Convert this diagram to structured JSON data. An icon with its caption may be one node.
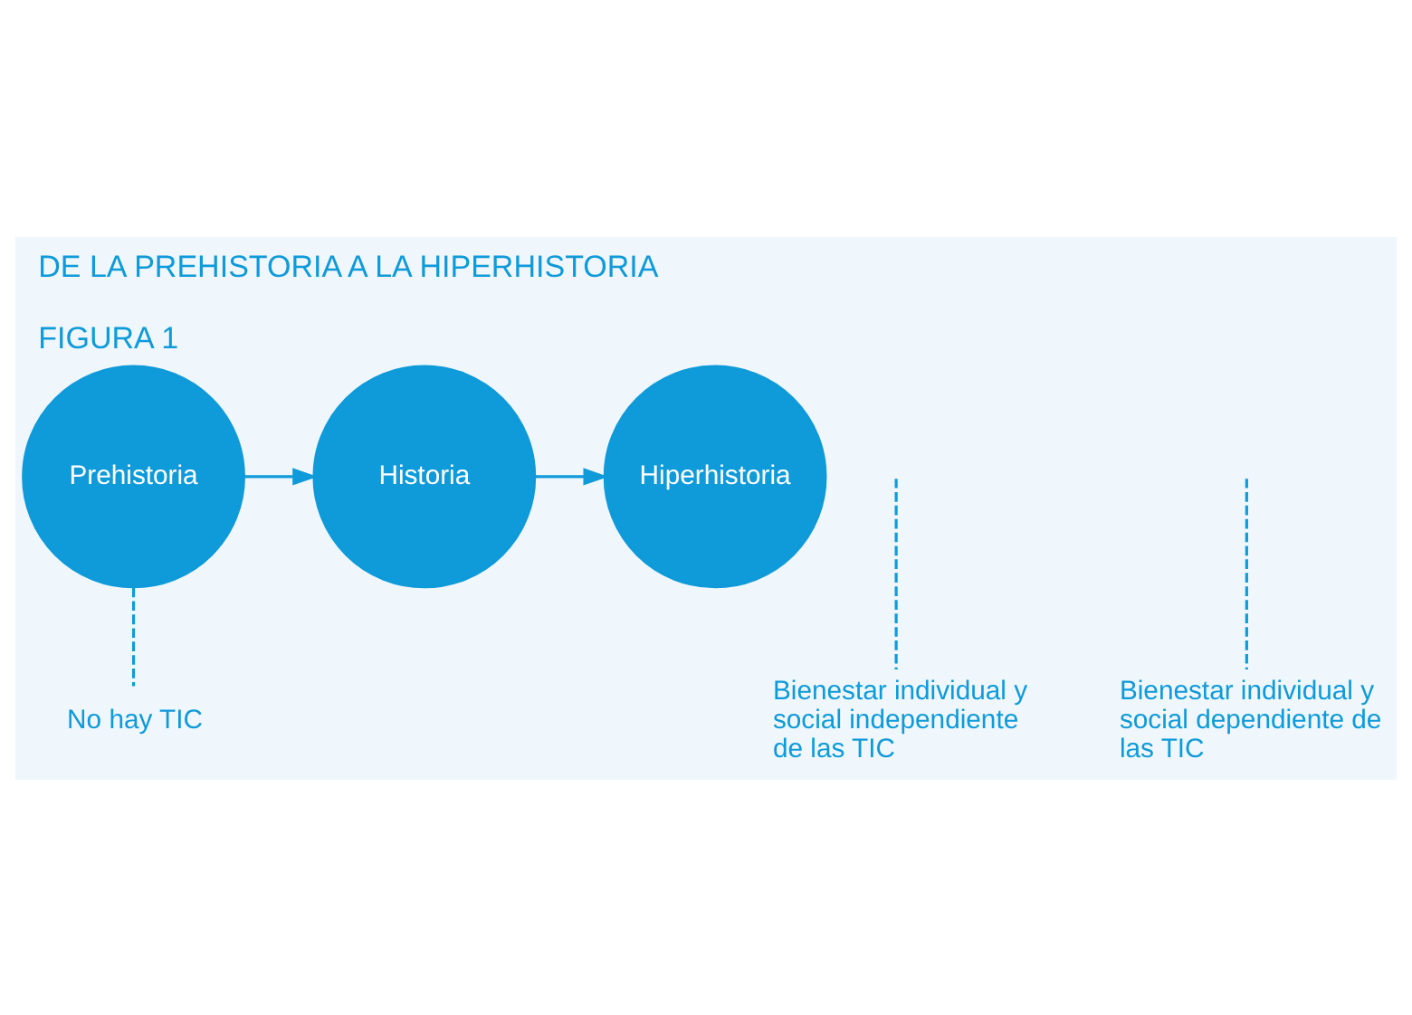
{
  "diagram": {
    "title": "DE LA PREHISTORIA A LA HIPERHISTORIA",
    "caption": "FIGURA 1",
    "nodes": [
      {
        "text": [
          "Prehistoria"
        ]
      },
      {
        "text": [
          "Historia"
        ]
      },
      {
        "text": [
          "Hiperhistoria"
        ]
      },
      {
        "text": [
          "No hay TIC"
        ]
      },
      {
        "text": [
          "Bienestar individual y social independiente de las TIC"
        ]
      },
      {
        "text": [
          "Bienestar individual y social dependiente de las TIC"
        ]
      }
    ],
    "edges": [
      {
        "from": 0,
        "to": 1,
        "arrow": "to"
      },
      {
        "from": 1,
        "to": 2,
        "arrow": "to"
      },
      {
        "from": 3,
        "to": 0,
        "arrow": "none",
        "style": "dashed"
      },
      {
        "from": 4,
        "to": null,
        "arrow": "none",
        "style": "dashed"
      },
      {
        "from": 5,
        "to": null,
        "arrow": "none",
        "style": "dashed"
      }
    ]
  }
}
